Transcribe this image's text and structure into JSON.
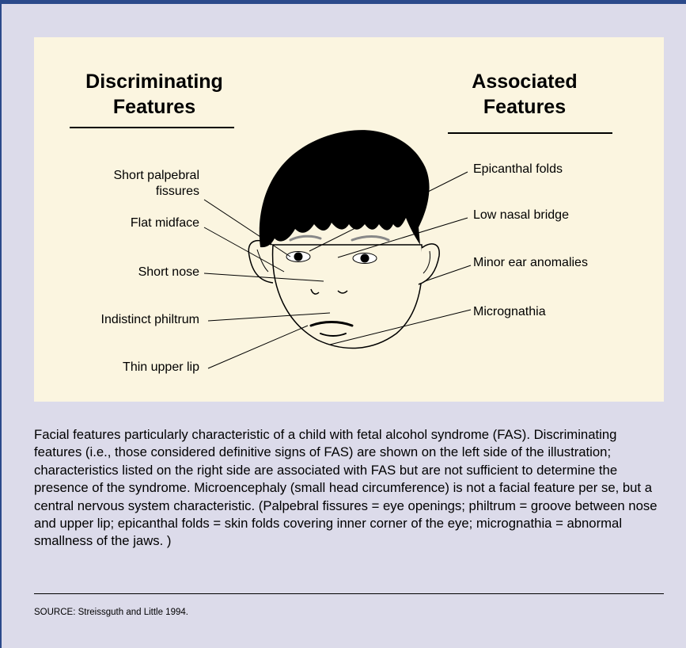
{
  "headings": {
    "discriminating": [
      "Discriminating",
      "Features"
    ],
    "associated": [
      "Associated",
      "Features"
    ]
  },
  "left_labels": {
    "short_palpebral_fissures": [
      "Short palpebral",
      "fissures"
    ],
    "flat_midface": "Flat midface",
    "short_nose": "Short nose",
    "indistinct_philtrum": "Indistinct philtrum",
    "thin_upper_lip": "Thin upper lip"
  },
  "right_labels": {
    "epicanthal_folds": "Epicanthal folds",
    "low_nasal_bridge": "Low nasal bridge",
    "minor_ear_anomalies": "Minor ear anomalies",
    "micrognathia": "Micrognathia"
  },
  "caption": "Facial features particularly characteristic of a child with fetal alcohol syndrome (FAS). Discriminating features (i.e., those considered definitive signs of FAS) are shown on the left side of the illustration; characteristics listed on the right side are associated with FAS but are not sufficient to determine the presence of the syndrome. Microencephaly (small head circumference) is not a facial feature per se, but a central nervous system characteristic. (Palpebral fissures = eye openings; philtrum = groove between nose and upper lip; epicanthal folds = skin folds covering inner corner of the eye; micrognathia = abnormal smallness of the jaws. )",
  "source": "SOURCE: Streissguth and Little 1994.",
  "colors": {
    "background": "#dcdbea",
    "panel": "#fbf5e0",
    "accent_bar": "#2b4a8b",
    "hair": "#000000"
  }
}
